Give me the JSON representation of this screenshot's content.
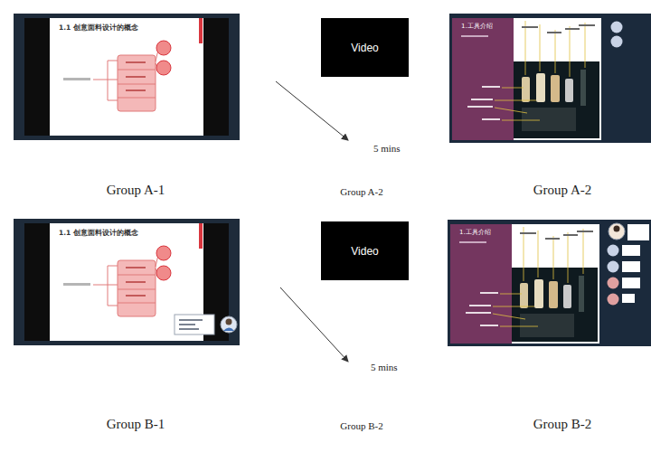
{
  "diagram": {
    "nodes": [
      {
        "text": [
          "1.1 创意面料设计的概念"
        ]
      },
      {
        "text": [
          "Video"
        ]
      },
      {
        "text": [
          "1.工具介绍"
        ]
      },
      {
        "text": [
          "1.1 创意面料设计的概念"
        ]
      },
      {
        "text": [
          "Video"
        ]
      },
      {
        "text": [
          "1.工具介绍"
        ]
      }
    ],
    "labels": [
      "5 mins",
      "Group A-1",
      "Group A-2",
      "Group A-2",
      "5 mins",
      "Group B-1",
      "Group B-2",
      "Group B-2"
    ]
  }
}
